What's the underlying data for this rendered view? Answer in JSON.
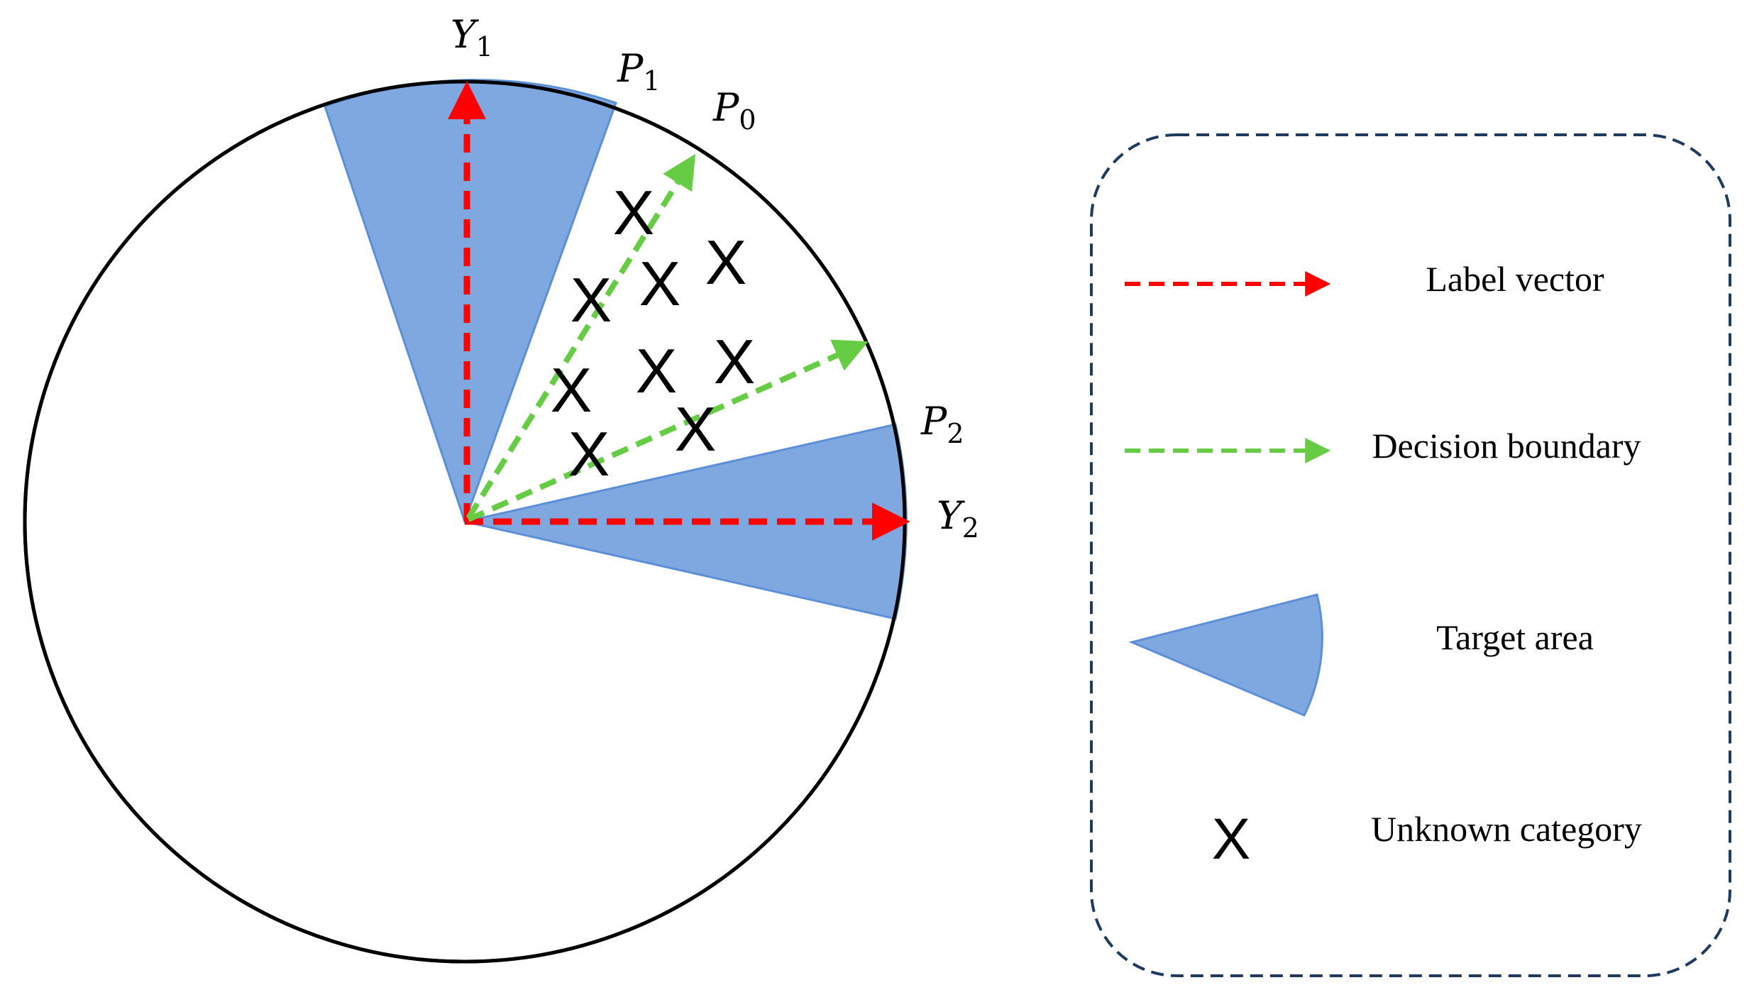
{
  "colors": {
    "label_vector": "#ff0000",
    "decision_boundary": "#66cc44",
    "target_area_fill": "#7fa8e0",
    "target_area_stroke": "#5b8fd8",
    "circle_stroke": "#000000",
    "legend_border": "#1f3a5f"
  },
  "diagram": {
    "labels": {
      "Y1": {
        "base": "Y",
        "sub": "1"
      },
      "Y2": {
        "base": "Y",
        "sub": "2"
      },
      "P0": {
        "base": "P",
        "sub": "0"
      },
      "P1": {
        "base": "P",
        "sub": "1"
      },
      "P2": {
        "base": "P",
        "sub": "2"
      }
    },
    "unknown_marker": "X"
  },
  "legend": {
    "label_vector": "Label vector",
    "decision_boundary": "Decision boundary",
    "target_area": "Target area",
    "unknown_category": "Unknown category",
    "unknown_marker": "X"
  }
}
